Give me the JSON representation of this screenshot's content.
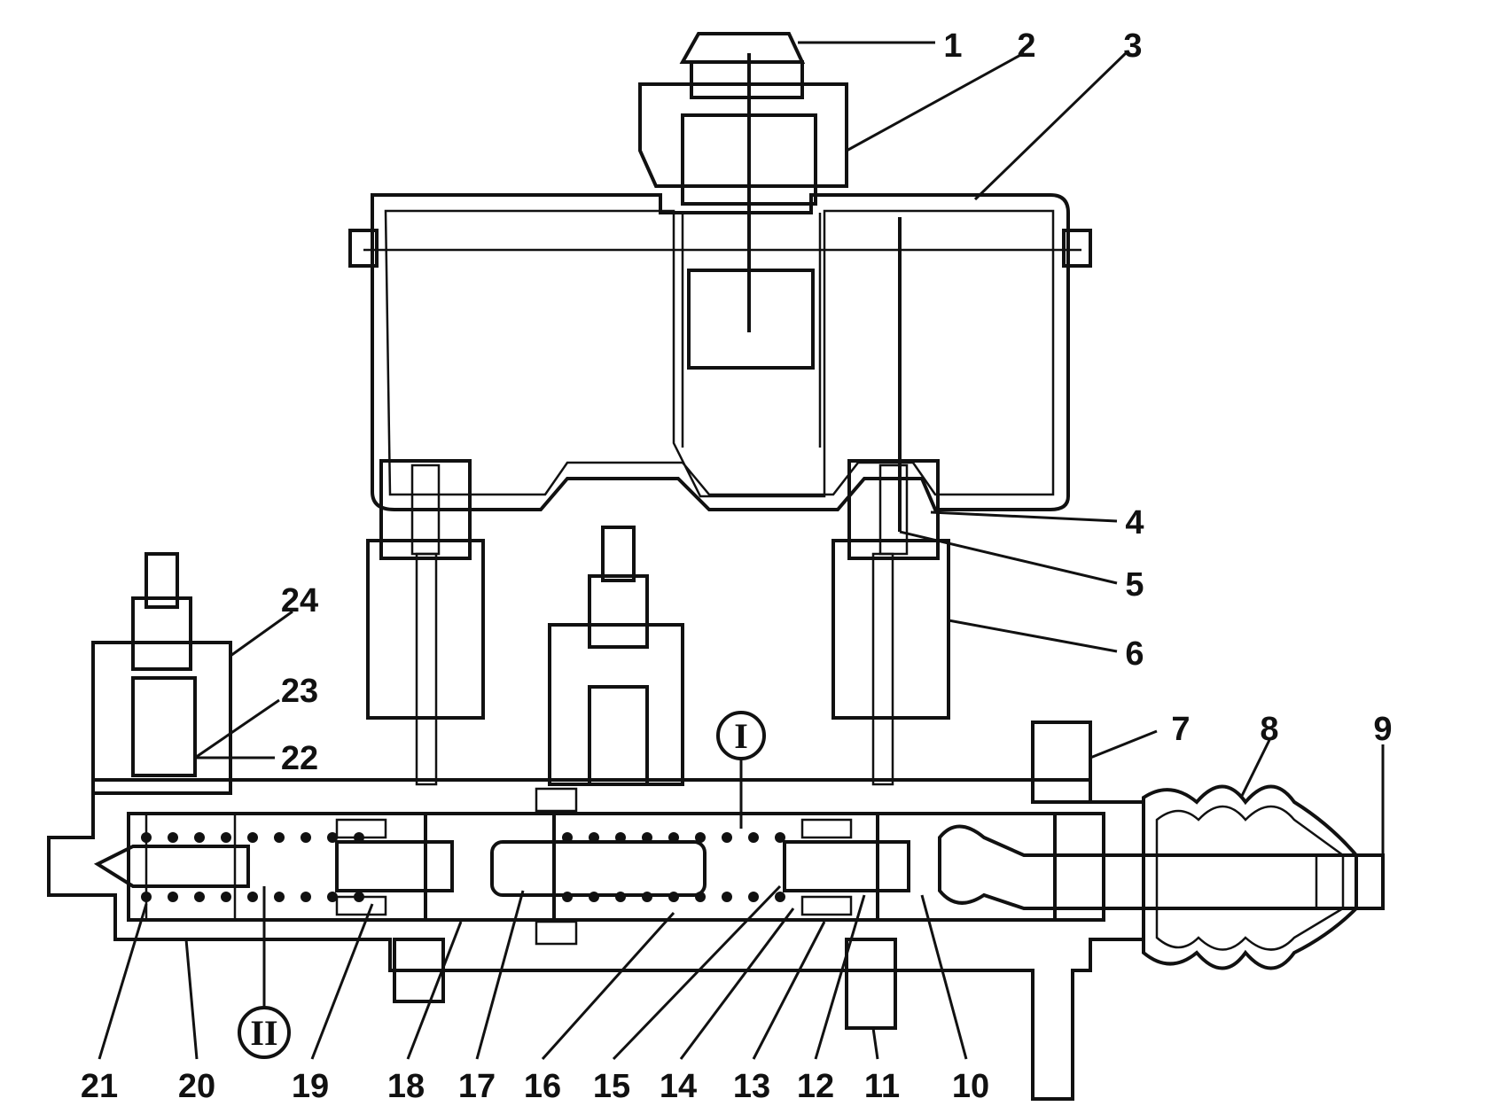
{
  "callouts": [
    {
      "id": "1",
      "label": "1"
    },
    {
      "id": "2",
      "label": "2"
    },
    {
      "id": "3",
      "label": "3"
    },
    {
      "id": "4",
      "label": "4"
    },
    {
      "id": "5",
      "label": "5"
    },
    {
      "id": "6",
      "label": "6"
    },
    {
      "id": "7",
      "label": "7"
    },
    {
      "id": "8",
      "label": "8"
    },
    {
      "id": "9",
      "label": "9"
    },
    {
      "id": "10",
      "label": "10"
    },
    {
      "id": "11",
      "label": "11"
    },
    {
      "id": "12",
      "label": "12"
    },
    {
      "id": "13",
      "label": "13"
    },
    {
      "id": "14",
      "label": "14"
    },
    {
      "id": "15",
      "label": "15"
    },
    {
      "id": "16",
      "label": "16"
    },
    {
      "id": "17",
      "label": "17"
    },
    {
      "id": "18",
      "label": "18"
    },
    {
      "id": "19",
      "label": "19"
    },
    {
      "id": "20",
      "label": "20"
    },
    {
      "id": "21",
      "label": "21"
    },
    {
      "id": "22",
      "label": "22"
    },
    {
      "id": "23",
      "label": "23"
    },
    {
      "id": "24",
      "label": "24"
    }
  ],
  "chambers": {
    "primary": "I",
    "secondary": "II"
  },
  "colors": {
    "ink": "#111111",
    "paper": "#ffffff"
  }
}
